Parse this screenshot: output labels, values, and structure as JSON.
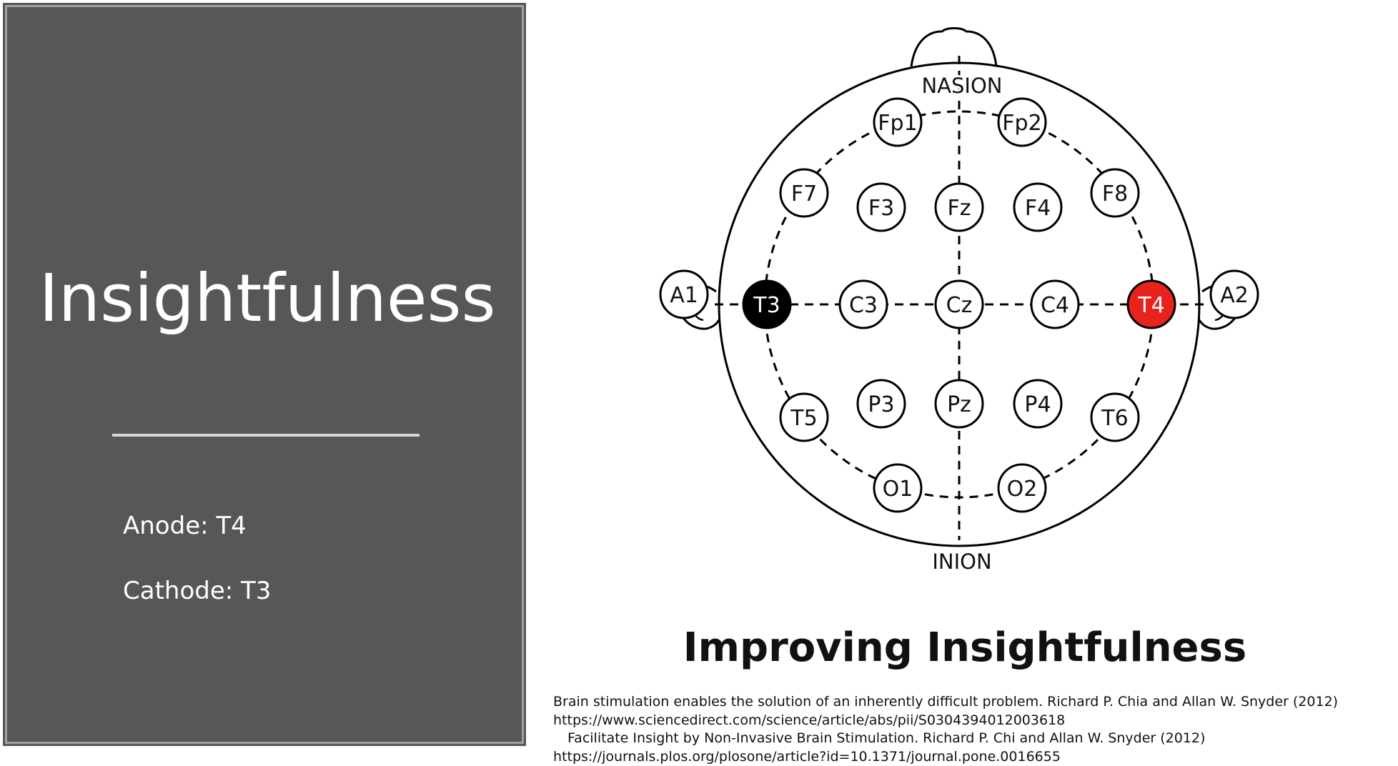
{
  "panel": {
    "title": "Insightfulness",
    "anode": "Anode: T4",
    "cathode": "Cathode: T3",
    "background": "#575757"
  },
  "diagram": {
    "nasion_label": "NASION",
    "inion_label": "INION",
    "anode_color": "#e8231e",
    "cathode_color": "#000000",
    "electrodes": [
      {
        "id": "fp1",
        "label": "Fp1"
      },
      {
        "id": "fp2",
        "label": "Fp2"
      },
      {
        "id": "f7",
        "label": "F7"
      },
      {
        "id": "f3",
        "label": "F3"
      },
      {
        "id": "fz",
        "label": "Fz"
      },
      {
        "id": "f4",
        "label": "F4"
      },
      {
        "id": "f8",
        "label": "F8"
      },
      {
        "id": "a1",
        "label": "A1"
      },
      {
        "id": "t3",
        "label": "T3"
      },
      {
        "id": "c3",
        "label": "C3"
      },
      {
        "id": "cz",
        "label": "Cz"
      },
      {
        "id": "c4",
        "label": "C4"
      },
      {
        "id": "t4",
        "label": "T4"
      },
      {
        "id": "a2",
        "label": "A2"
      },
      {
        "id": "t5",
        "label": "T5"
      },
      {
        "id": "p3",
        "label": "P3"
      },
      {
        "id": "pz",
        "label": "Pz"
      },
      {
        "id": "p4",
        "label": "P4"
      },
      {
        "id": "t6",
        "label": "T6"
      },
      {
        "id": "o1",
        "label": "O1"
      },
      {
        "id": "o2",
        "label": "O2"
      }
    ],
    "title": "Improving Insightfulness"
  },
  "references": {
    "line1": "Brain stimulation enables the solution of an inherently difficult problem. Richard P. Chia and Allan W. Snyder (2012)",
    "line2": "https://www.sciencedirect.com/science/article/abs/pii/S0304394012003618",
    "line3": "Facilitate Insight by Non-Invasive Brain Stimulation. Richard P. Chi and Allan W. Snyder (2012)",
    "line4": "https://journals.plos.org/plosone/article?id=10.1371/journal.pone.0016655"
  }
}
